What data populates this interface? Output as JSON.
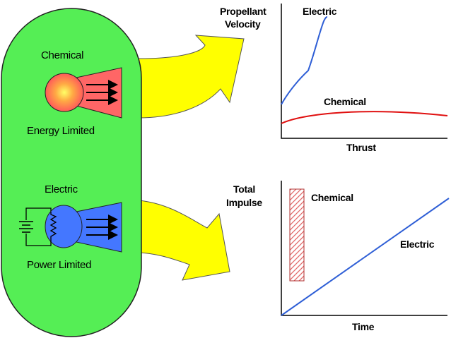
{
  "colors": {
    "capsule": "#55ee55",
    "arrow": "#ffff00",
    "electric_line": "#2f5fd6",
    "chemical_line": "#e01010",
    "chemical_flame": "#ff6666",
    "electric_thruster": "#4477ff",
    "hatch": "#e06060"
  },
  "capsule": {
    "chemical_title": "Chemical",
    "chemical_caption": "Energy Limited",
    "electric_title": "Electric",
    "electric_caption": "Power Limited"
  },
  "top_chart": {
    "ylabel_line1": "Propellant",
    "ylabel_line2": "Velocity",
    "xlabel": "Thrust",
    "series_electric": "Electric",
    "series_chemical": "Chemical"
  },
  "bottom_chart": {
    "ylabel_line1": "Total",
    "ylabel_line2": "Impulse",
    "xlabel": "Time",
    "series_chemical": "Chemical",
    "series_electric": "Electric"
  },
  "icons": {
    "flame": "flame-icon",
    "battery": "battery-icon",
    "resistor": "resistor-icon",
    "exhaust_arrows": "exhaust-arrows-icon",
    "flow_arrow": "flow-arrow-icon"
  }
}
